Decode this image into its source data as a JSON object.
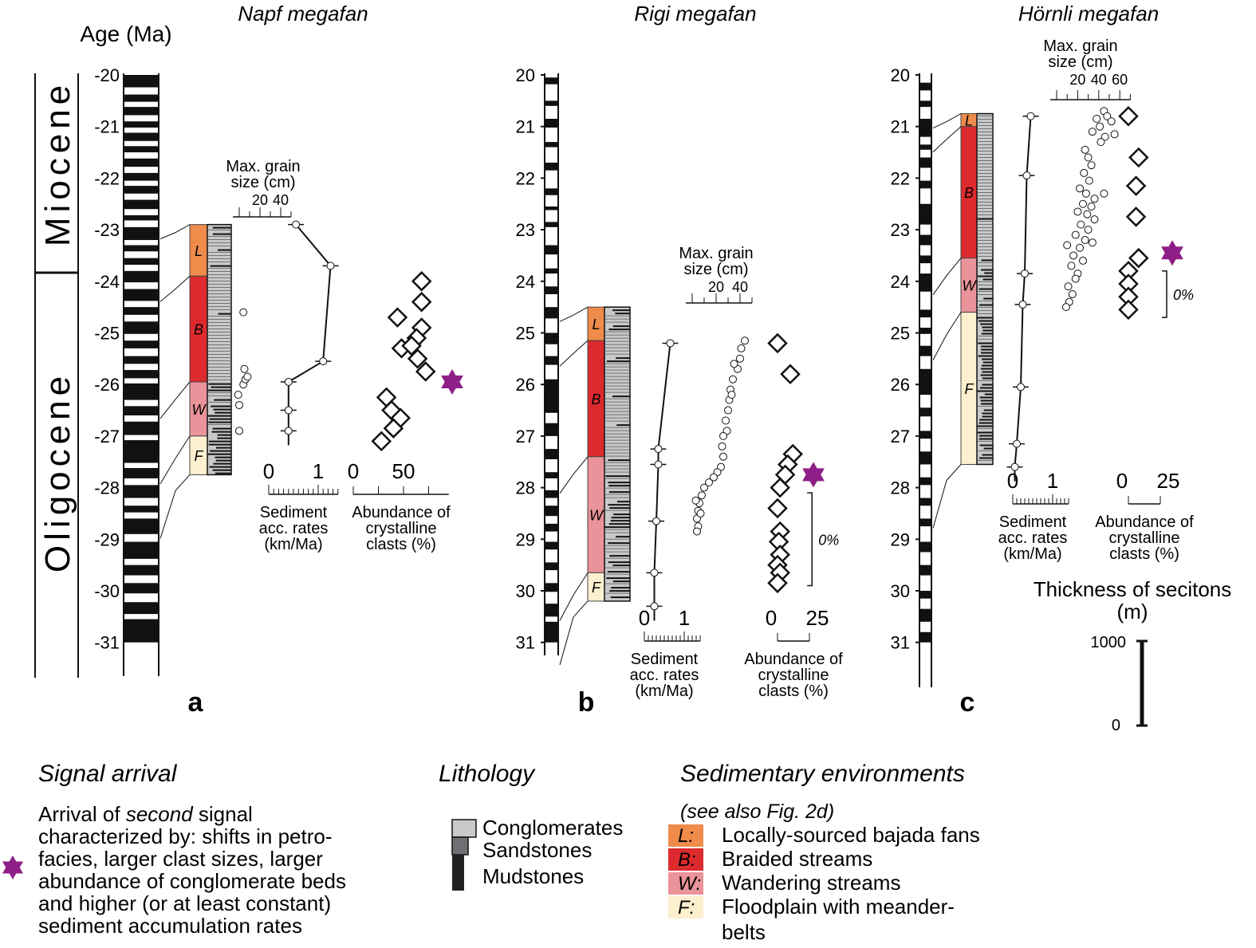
{
  "colors": {
    "L": "#ef8b4b",
    "B": "#dd2a2e",
    "W": "#ea939a",
    "F": "#fdf0cf",
    "conglomerate": "#c8c9cb",
    "sandstone": "#6f7073",
    "mudstone": "#222222",
    "star": "#8e1f86"
  },
  "age_label": "Age (Ma)",
  "epochs": [
    "Miocene",
    "Oligocene"
  ],
  "age_range": [
    20,
    31
  ],
  "age_ticks": [
    "20",
    "21",
    "22",
    "23",
    "24",
    "25",
    "26",
    "27",
    "28",
    "29",
    "30",
    "31"
  ],
  "age_ticks_a": [
    "-20",
    "-21",
    "-22",
    "-23",
    "-24",
    "-25",
    "-26",
    "-27",
    "-28",
    "-29",
    "-30",
    "-31"
  ],
  "panels": [
    {
      "id": "a",
      "title": "Napf megafan",
      "letter": "a",
      "magneto": [
        [
          20,
          20.24
        ],
        [
          20.38,
          20.52
        ],
        [
          20.62,
          20.78
        ],
        [
          20.9,
          21.02
        ],
        [
          21.12,
          21.28
        ],
        [
          21.38,
          21.5
        ],
        [
          21.62,
          21.78
        ],
        [
          21.9,
          22.05
        ],
        [
          22.15,
          22.3
        ],
        [
          22.42,
          22.6
        ],
        [
          22.72,
          22.82
        ],
        [
          22.95,
          23.2
        ],
        [
          23.3,
          23.42
        ],
        [
          23.55,
          23.68
        ],
        [
          23.8,
          24.02
        ],
        [
          24.15,
          24.38
        ],
        [
          24.5,
          24.65
        ],
        [
          24.78,
          25.02
        ],
        [
          25.15,
          25.3
        ],
        [
          25.45,
          25.6
        ],
        [
          25.72,
          25.88
        ],
        [
          25.98,
          26.3
        ],
        [
          26.42,
          26.6
        ],
        [
          26.72,
          26.98
        ],
        [
          27.08,
          27.52
        ],
        [
          27.62,
          27.82
        ],
        [
          27.95,
          28.2
        ],
        [
          28.35,
          28.48
        ],
        [
          28.6,
          28.9
        ],
        [
          29.05,
          29.38
        ],
        [
          29.5,
          29.7
        ],
        [
          29.85,
          30.05
        ],
        [
          30.22,
          30.45
        ],
        [
          30.55,
          31.0
        ]
      ],
      "env": [
        {
          "code": "L",
          "from": 22.9,
          "to": 23.9
        },
        {
          "code": "B",
          "from": 23.9,
          "to": 25.95
        },
        {
          "code": "W",
          "from": 25.95,
          "to": 27.0
        },
        {
          "code": "F",
          "from": 27.0,
          "to": 27.75
        }
      ],
      "grain_title": [
        "Max. grain",
        "size (cm)"
      ],
      "grain_ticks": [
        "20",
        "40"
      ],
      "grain": [
        [
          4,
          24.6
        ],
        [
          5,
          25.7
        ],
        [
          4,
          26.0
        ],
        [
          6,
          25.9
        ],
        [
          8,
          25.85
        ],
        [
          -1,
          26.2
        ],
        [
          0,
          26.4
        ],
        [
          0,
          26.9
        ]
      ],
      "sed_ticks": [
        "0",
        "1"
      ],
      "sed_title": [
        "Sediment",
        "acc. rates",
        "(km/Ma)"
      ],
      "sed": [
        [
          0.55,
          22.9
        ],
        [
          1.25,
          23.7
        ],
        [
          1.1,
          25.55
        ],
        [
          0.4,
          25.95
        ],
        [
          0.4,
          26.5
        ],
        [
          0.4,
          26.9
        ]
      ],
      "abund_ticks": [
        "0",
        "50"
      ],
      "abund_title": [
        "Abundance of",
        "crystalline",
        "clasts (%)"
      ],
      "abund": [
        [
          68,
          24.0
        ],
        [
          68,
          24.4
        ],
        [
          44,
          24.7
        ],
        [
          68,
          24.9
        ],
        [
          63,
          25.1
        ],
        [
          48,
          25.3
        ],
        [
          58,
          25.25
        ],
        [
          64,
          25.5
        ],
        [
          72,
          25.75
        ],
        [
          33,
          26.25
        ],
        [
          38,
          26.5
        ],
        [
          47,
          26.65
        ],
        [
          40,
          26.85
        ],
        [
          28,
          27.1
        ]
      ],
      "star": [
        0,
        25.95
      ]
    },
    {
      "id": "b",
      "title": "Rigi megafan",
      "letter": "b",
      "magneto": [
        [
          20.05,
          20.18
        ],
        [
          20.5,
          20.6
        ],
        [
          20.85,
          21.02
        ],
        [
          21.3,
          21.4
        ],
        [
          21.7,
          21.85
        ],
        [
          22.2,
          22.33
        ],
        [
          22.55,
          22.62
        ],
        [
          22.85,
          22.95
        ],
        [
          23.3,
          23.48
        ],
        [
          23.75,
          23.85
        ],
        [
          24.1,
          24.25
        ],
        [
          24.5,
          24.72
        ],
        [
          25.0,
          25.22
        ],
        [
          25.45,
          25.62
        ],
        [
          25.9,
          26.55
        ],
        [
          26.75,
          27.0
        ],
        [
          27.25,
          27.45
        ],
        [
          27.7,
          27.82
        ],
        [
          28.05,
          28.2
        ],
        [
          28.35,
          28.55
        ],
        [
          28.7,
          28.85
        ],
        [
          29.05,
          29.2
        ],
        [
          29.45,
          29.6
        ],
        [
          29.85,
          30.02
        ],
        [
          30.25,
          30.5
        ],
        [
          30.6,
          31.0
        ]
      ],
      "env": [
        {
          "code": "L",
          "from": 24.5,
          "to": 25.15
        },
        {
          "code": "B",
          "from": 25.15,
          "to": 27.4
        },
        {
          "code": "W",
          "from": 27.4,
          "to": 29.65
        },
        {
          "code": "F",
          "from": 29.65,
          "to": 30.2
        }
      ],
      "grain_title": [
        "Max. grain",
        "size (cm)"
      ],
      "grain_ticks": [
        "20",
        "40"
      ],
      "grain": [
        [
          44,
          25.15
        ],
        [
          41,
          25.3
        ],
        [
          40,
          25.5
        ],
        [
          38,
          25.7
        ],
        [
          35,
          25.6
        ],
        [
          34,
          25.9
        ],
        [
          32,
          26.1
        ],
        [
          31,
          26.3
        ],
        [
          33,
          26.2
        ],
        [
          30,
          26.5
        ],
        [
          28,
          26.7
        ],
        [
          29,
          26.9
        ],
        [
          26,
          27.0
        ],
        [
          25,
          27.2
        ],
        [
          26,
          27.4
        ],
        [
          24,
          27.6
        ],
        [
          21,
          27.7
        ],
        [
          18,
          27.8
        ],
        [
          14,
          27.9
        ],
        [
          10,
          28.0
        ],
        [
          8,
          28.15
        ],
        [
          6,
          28.3
        ],
        [
          5,
          28.45
        ],
        [
          4,
          28.6
        ],
        [
          5,
          28.75
        ],
        [
          4,
          28.85
        ],
        [
          7,
          28.5
        ],
        [
          3,
          28.25
        ]
      ],
      "sed_ticks": [
        "0",
        "1"
      ],
      "sed_title": [
        "Sediment",
        "acc. rates",
        "(km/Ma)"
      ],
      "sed": [
        [
          0.65,
          25.2
        ],
        [
          0.35,
          27.25
        ],
        [
          0.35,
          27.55
        ],
        [
          0.3,
          28.65
        ],
        [
          0.25,
          29.65
        ],
        [
          0.25,
          30.3
        ]
      ],
      "abund_ticks": [
        "0",
        "25"
      ],
      "abund_title": [
        "Abundance of",
        "crystalline",
        "clasts (%)"
      ],
      "abund": [
        [
          0,
          25.2
        ],
        [
          10,
          25.8
        ],
        [
          12,
          27.35
        ],
        [
          8,
          27.55
        ],
        [
          6,
          27.75
        ],
        [
          2,
          28.0
        ],
        [
          0,
          28.4
        ],
        [
          2,
          28.85
        ],
        [
          1,
          29.05
        ],
        [
          2,
          29.3
        ],
        [
          0,
          29.5
        ],
        [
          2,
          29.65
        ],
        [
          0,
          29.85
        ]
      ],
      "zero_bracket": [
        28.1,
        29.9
      ],
      "zero_label": "0%",
      "star": [
        0,
        27.75
      ]
    },
    {
      "id": "c",
      "title": "Hörnli megafan",
      "letter": "c",
      "magneto": [
        [
          20.15,
          20.3
        ],
        [
          20.5,
          20.62
        ],
        [
          20.85,
          21.2
        ],
        [
          21.35,
          21.45
        ],
        [
          21.6,
          21.8
        ],
        [
          22.05,
          22.2
        ],
        [
          22.5,
          22.9
        ],
        [
          23.1,
          23.3
        ],
        [
          23.5,
          23.65
        ],
        [
          23.85,
          24.2
        ],
        [
          24.55,
          24.7
        ],
        [
          24.9,
          25.02
        ],
        [
          25.25,
          25.45
        ],
        [
          25.7,
          26.2
        ],
        [
          26.45,
          26.62
        ],
        [
          26.9,
          27.05
        ],
        [
          27.3,
          27.55
        ],
        [
          27.8,
          27.95
        ],
        [
          28.2,
          28.35
        ],
        [
          28.6,
          28.75
        ],
        [
          29.05,
          29.25
        ],
        [
          29.5,
          29.7
        ],
        [
          30.0,
          30.15
        ],
        [
          30.35,
          30.6
        ],
        [
          30.8,
          31.0
        ]
      ],
      "env": [
        {
          "code": "L",
          "from": 20.75,
          "to": 21.0
        },
        {
          "code": "B",
          "from": 21.0,
          "to": 23.55
        },
        {
          "code": "W",
          "from": 23.55,
          "to": 24.6
        },
        {
          "code": "F",
          "from": 24.6,
          "to": 27.55
        }
      ],
      "grain_title": [
        "Max. grain",
        "size (cm)"
      ],
      "grain_ticks": [
        "20",
        "40",
        "60"
      ],
      "grain": [
        [
          45,
          20.7
        ],
        [
          38,
          20.85
        ],
        [
          48,
          20.8
        ],
        [
          52,
          20.9
        ],
        [
          41,
          21.0
        ],
        [
          34,
          21.1
        ],
        [
          46,
          21.2
        ],
        [
          55,
          21.15
        ],
        [
          42,
          21.3
        ],
        [
          27,
          21.45
        ],
        [
          30,
          21.6
        ],
        [
          33,
          21.75
        ],
        [
          26,
          21.9
        ],
        [
          31,
          22.05
        ],
        [
          22,
          22.2
        ],
        [
          28,
          22.3
        ],
        [
          36,
          22.4
        ],
        [
          25,
          22.5
        ],
        [
          33,
          22.55
        ],
        [
          20,
          22.65
        ],
        [
          29,
          22.7
        ],
        [
          36,
          22.8
        ],
        [
          23,
          22.9
        ],
        [
          45,
          22.3
        ],
        [
          30,
          23.0
        ],
        [
          18,
          23.1
        ],
        [
          27,
          23.2
        ],
        [
          34,
          23.25
        ],
        [
          22,
          23.35
        ],
        [
          16,
          23.5
        ],
        [
          25,
          23.6
        ],
        [
          14,
          23.7
        ],
        [
          20,
          23.85
        ],
        [
          11,
          24.1
        ],
        [
          15,
          24.25
        ],
        [
          12,
          24.4
        ],
        [
          9,
          24.5
        ],
        [
          18,
          23.95
        ],
        [
          10,
          23.3
        ]
      ],
      "sed_ticks": [
        "0",
        "1"
      ],
      "sed_title": [
        "Sediment",
        "acc. rates",
        "(km/Ma)"
      ],
      "sed": [
        [
          0.45,
          20.8
        ],
        [
          0.35,
          21.95
        ],
        [
          0.3,
          23.85
        ],
        [
          0.25,
          24.45
        ],
        [
          0.2,
          26.05
        ],
        [
          0.1,
          27.15
        ],
        [
          0.05,
          27.6
        ]
      ],
      "abund_ticks": [
        "0",
        "25"
      ],
      "abund_title": [
        "Abundance of",
        "crystalline",
        "clasts (%)"
      ],
      "abund": [
        [
          0,
          20.8
        ],
        [
          8,
          21.6
        ],
        [
          6,
          22.15
        ],
        [
          6,
          22.75
        ],
        [
          8,
          23.55
        ],
        [
          0,
          23.8
        ],
        [
          0,
          24.05
        ],
        [
          0,
          24.3
        ],
        [
          0,
          24.55
        ]
      ],
      "zero_bracket": [
        23.8,
        24.7
      ],
      "zero_label": "0%",
      "star": [
        0,
        23.45
      ]
    }
  ],
  "thickness_title": [
    "Thickness of secitons",
    "(m)"
  ],
  "thickness_ticks": [
    "1000",
    "0"
  ],
  "legend": {
    "signal_title": "Signal arrival",
    "signal_lines": [
      [
        "Arrival of ",
        "second",
        " signal"
      ],
      [
        "characterized by: shifts in petro-"
      ],
      [
        "facies, larger clast sizes, larger"
      ],
      [
        "abundance of conglomerate beds"
      ],
      [
        "and higher (or at least constant)"
      ],
      [
        "sediment accumulation rates"
      ]
    ],
    "lith_title": "Lithology",
    "lith_items": [
      "Conglomerates",
      "Sandstones",
      "Mudstones"
    ],
    "env_title": "Sedimentary environments",
    "env_note": "(see also Fig. 2d)",
    "env_items": [
      {
        "code": "L",
        "tag": "L:",
        "label": "Locally-sourced bajada fans"
      },
      {
        "code": "B",
        "tag": "B:",
        "label": "Braided streams"
      },
      {
        "code": "W",
        "tag": "W:",
        "label": "Wandering streams"
      },
      {
        "code": "F",
        "tag": "F:",
        "label": "Floodplain with meander-"
      }
    ],
    "env_cont": "belts"
  }
}
